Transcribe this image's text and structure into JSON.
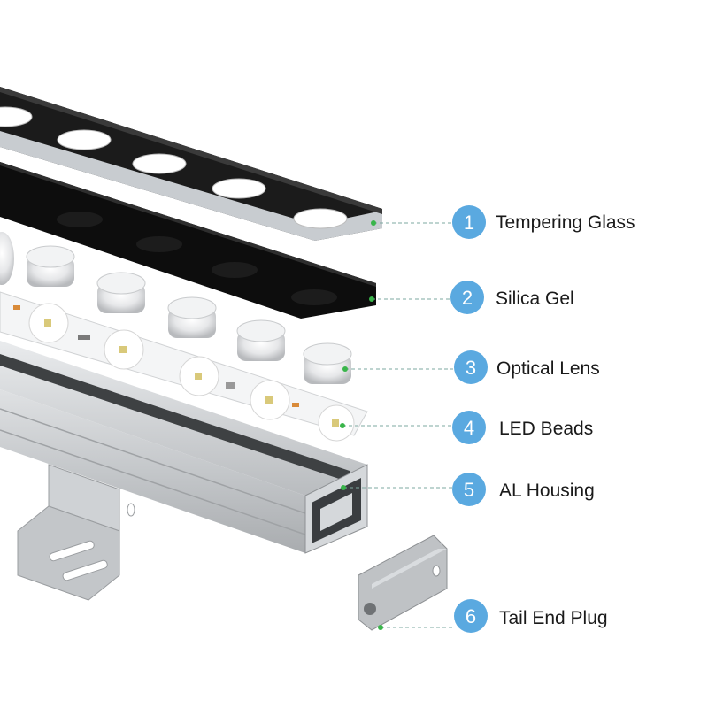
{
  "colors": {
    "badge": "#5aa9e0",
    "leader": "#7ea9a0",
    "leader_dot": "#39b54a",
    "label_text": "#1a1a1a",
    "glass": "#1b1b1b",
    "gel": "#0d0d0d",
    "aluminium": "#c9cccf"
  },
  "components": [
    {
      "number": "1",
      "label": "Tempering Glass"
    },
    {
      "number": "2",
      "label": "Silica Gel"
    },
    {
      "number": "3",
      "label": "Optical Lens"
    },
    {
      "number": "4",
      "label": "LED Beads"
    },
    {
      "number": "5",
      "label": "AL Housing"
    },
    {
      "number": "6",
      "label": "Tail End Plug"
    }
  ]
}
